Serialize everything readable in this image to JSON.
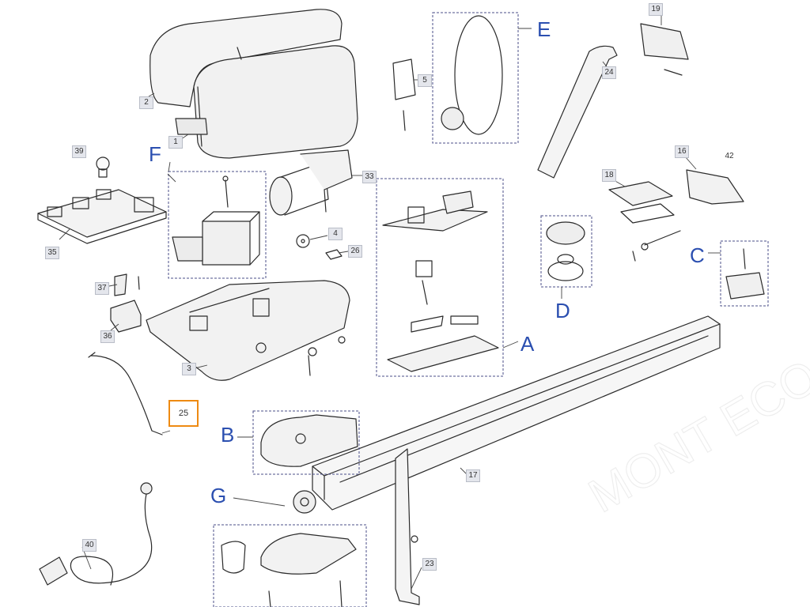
{
  "callouts": {
    "c1": "1",
    "c2": "2",
    "c3": "3",
    "c4": "4",
    "c5": "5",
    "c16": "16",
    "c17": "17",
    "c18": "18",
    "c19": "19",
    "c23": "23",
    "c24": "24",
    "c25": "25",
    "c26": "26",
    "c33": "33",
    "c35": "35",
    "c36": "36",
    "c37": "37",
    "c39": "39",
    "c40": "40",
    "c42": "42"
  },
  "groups": {
    "A": "A",
    "B": "B",
    "C": "C",
    "D": "D",
    "E": "E",
    "F": "F",
    "G": "G"
  },
  "watermark": "MONT ECO.CZ",
  "colors": {
    "line": "#2a2a2a",
    "callout_fill": "#e4e6ec",
    "group_label": "#2b4fb0",
    "highlight": "#ee8a12"
  },
  "selected_callout": "25"
}
